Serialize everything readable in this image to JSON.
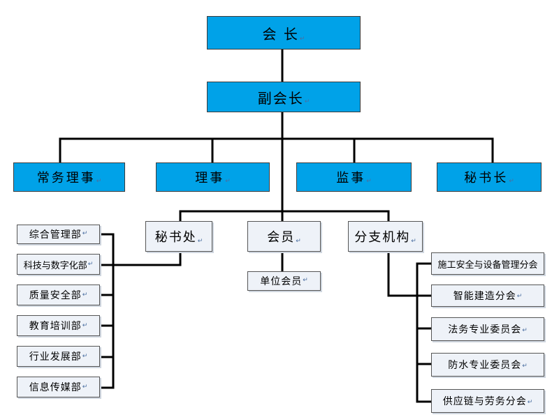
{
  "para_mark": "↵",
  "top": {
    "president": "会 长",
    "vice_president": "副会长"
  },
  "tier2": [
    "常务理事",
    "理事",
    "监事",
    "秘书长"
  ],
  "secretariat": {
    "label": "秘书处",
    "departments": [
      "综合管理部",
      "科技与数字化部",
      "质量安全部",
      "教育培训部",
      "行业发展部",
      "信息传媒部"
    ]
  },
  "members": {
    "label": "会员",
    "children": [
      "单位会员"
    ]
  },
  "branches": {
    "label": "分支机构",
    "children": [
      "施工安全与设备管理分会",
      "智能建造分会",
      "法务专业委员会",
      "防水专业委员会",
      "供应链与劳务分会"
    ]
  }
}
